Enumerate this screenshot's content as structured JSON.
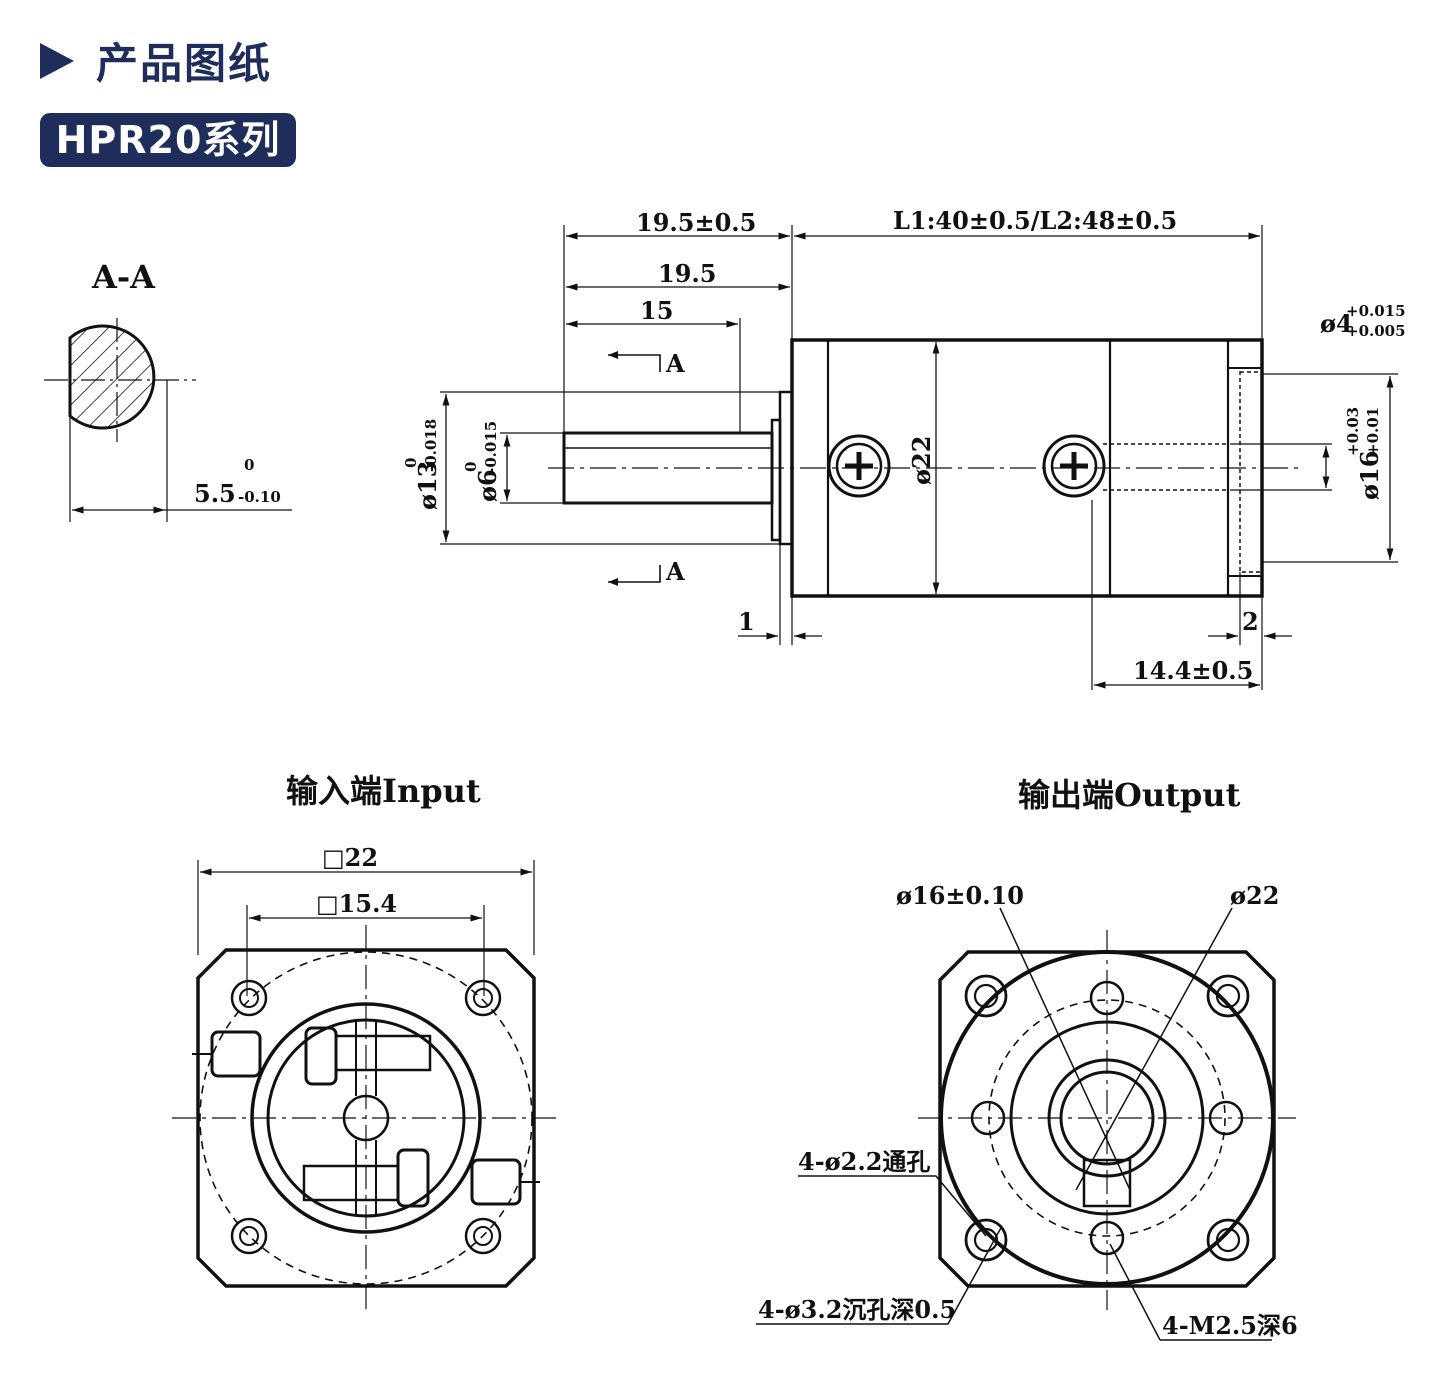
{
  "header": {
    "title": "产品图纸",
    "series": "HPR20系列"
  },
  "section": {
    "title": "A-A",
    "width_base": "5.5",
    "width_upper": "0",
    "width_lower": "-0.10"
  },
  "side_view": {
    "dim_19_5_tol": "19.5±0.5",
    "dim_19_5": "19.5",
    "dim_15": "15",
    "dim_length": "L1:40±0.5/L2:48±0.5",
    "section_mark": "A",
    "dia_13": "ø13",
    "dia_13_upper": "0",
    "dia_13_lower": "-0.018",
    "dia_6": "ø6",
    "dia_6_upper": "0",
    "dia_6_lower": "-0.015",
    "dia_22": "ø22",
    "dia_4": "ø4",
    "dia_4_upper": "+0.015",
    "dia_4_lower": "+0.005",
    "dia_16": "ø16",
    "dia_16_upper": "+0.03",
    "dia_16_lower": "+0.01",
    "dim_1": "1",
    "dim_2": "2",
    "dim_14_4": "14.4±0.5"
  },
  "input_view": {
    "title": "输入端Input",
    "square_22": "□22",
    "square_15_4": "□15.4"
  },
  "output_view": {
    "title": "输出端Output",
    "dia_16": "ø16±0.10",
    "dia_22": "ø22",
    "through_hole": "4-ø2.2通孔",
    "counterbore": "4-ø3.2沉孔深0.5",
    "thread": "4-M2.5深6"
  }
}
